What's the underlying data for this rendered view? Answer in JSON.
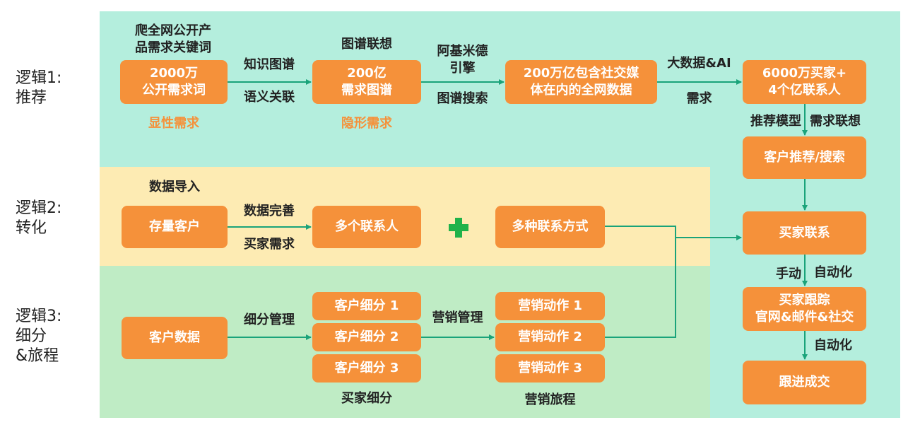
{
  "logic1": {
    "line1": "逻辑1:",
    "line2": "推荐"
  },
  "logic2": {
    "line1": "逻辑2:",
    "line2": "转化"
  },
  "logic3": {
    "line1": "逻辑3:",
    "line2": "细分",
    "line3": "&旅程"
  },
  "row1": {
    "top_label": {
      "line1": "爬全网公开产",
      "line2": "品需求关键词"
    },
    "box1": {
      "line1": "2000万",
      "line2": "公开需求词"
    },
    "under1": "显性需求",
    "edge1_top": "知识图谱",
    "edge1_bottom": "语义关联",
    "top_label2": "图谱联想",
    "box2": {
      "line1": "200亿",
      "line2": "需求图谱"
    },
    "under2": "隐形需求",
    "edge2_top": {
      "line1": "阿基米德",
      "line2": "引擎"
    },
    "edge2_bottom": "图谱搜索",
    "box3": {
      "line1": "200万亿包含社交媒",
      "line2": "体在内的全网数据"
    },
    "edge3_top": "大数据&AI",
    "edge3_bottom": "需求",
    "box4": {
      "line1": "6000万买家+",
      "line2": "4个亿联系人"
    }
  },
  "right_col": {
    "edge_a_left": "推荐模型",
    "edge_a_right": "需求联想",
    "box_recommend": "客户推荐/搜索",
    "box_contact": "买家联系",
    "edge_b_left": "手动",
    "edge_b_right": "自动化",
    "box_track": {
      "line1": "买家跟踪",
      "line2": "官网&邮件&社交"
    },
    "edge_c_right": "自动化",
    "box_deal": "跟进成交"
  },
  "row2": {
    "top_label": "数据导入",
    "box1": "存量客户",
    "edge_top": "数据完善",
    "edge_bottom": "买家需求",
    "box2": "多个联系人",
    "box3": "多种联系方式"
  },
  "row3": {
    "box1": "客户数据",
    "edge1": "细分管理",
    "seg1": "客户细分 1",
    "seg2": "客户细分 2",
    "seg3": "客户细分 3",
    "seg_caption": "买家细分",
    "edge2": "营销管理",
    "act1": "营销动作 1",
    "act2": "营销动作 2",
    "act3": "营销动作 3",
    "act_caption": "营销旅程"
  },
  "colors": {
    "teal_bg": "#b4eedd",
    "yellow_bg": "#fdebb3",
    "green_bg": "#bfecc5",
    "box": "#f5913a",
    "arrow": "#1aa37a",
    "plus": "#1fb24a"
  }
}
